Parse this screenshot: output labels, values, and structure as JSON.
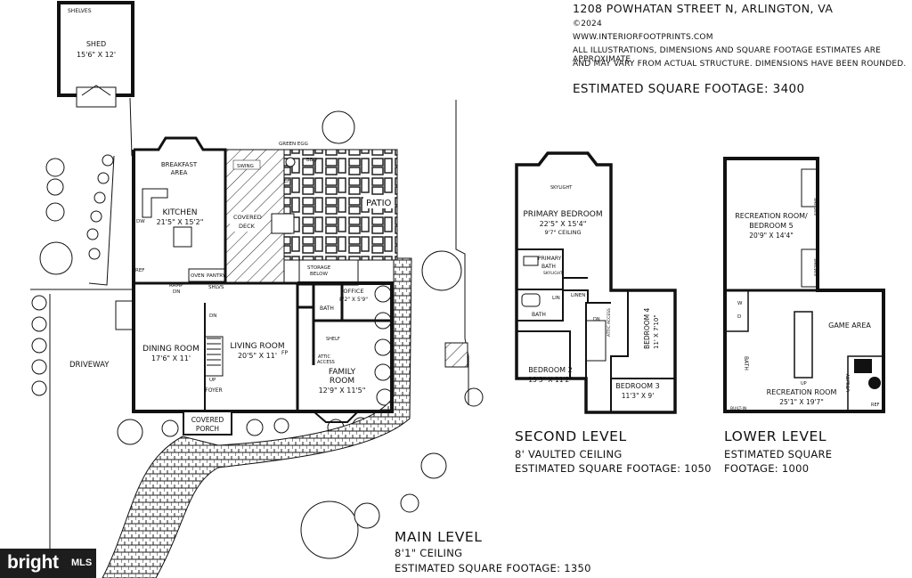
{
  "header": {
    "address": "1208 POWHATAN STREET N, ARLINGTON, VA",
    "copyright": "©2024",
    "website": "WWW.INTERIORFOOTPRINTS.COM",
    "disclaimer_1": "ALL ILLUSTRATIONS, DIMENSIONS AND SQUARE FOOTAGE ESTIMATES ARE APPROXIMATE",
    "disclaimer_2": "AND MAY VARY FROM ACTUAL STRUCTURE. DIMENSIONS HAVE BEEN ROUNDED.",
    "total_sqft": "ESTIMATED SQUARE FOOTAGE: 3400"
  },
  "main_level": {
    "title": "MAIN LEVEL",
    "ceiling": "8'1\" CEILING",
    "sqft": "ESTIMATED SQUARE FOOTAGE: 1350",
    "rooms": {
      "shed": "SHED",
      "shed_dim": "15'6\" X 12'",
      "shed_shelves": "SHELVES",
      "breakfast_1": "BREAKFAST",
      "breakfast_2": "AREA",
      "kitchen": "KITCHEN",
      "kitchen_dim": "21'5\" X 15'2\"",
      "swing": "SWING",
      "covered_deck_1": "COVERED",
      "covered_deck_2": "DECK",
      "green_egg": "GREEN EGG",
      "bbq": "BBQ",
      "ref_deck": "REF",
      "patio": "PATIO",
      "storage_1": "STORAGE",
      "storage_2": "BELOW",
      "oven": "OVEN",
      "pantry": "PANTRY",
      "ramp": "RAMP",
      "ramp_dn": "DN",
      "shlvs": "SHLVS",
      "dw": "DW",
      "ref_kitchen": "REF",
      "dining": "DINING ROOM",
      "dining_dim": "17'6\" X 11'",
      "living": "LIVING ROOM",
      "living_dim": "20'5\" X 11'",
      "bath": "BATH",
      "office": "OFFICE",
      "office_dim": "8'2\" X 5'9\"",
      "attic_1": "ATTIC",
      "attic_2": "ACCESS",
      "shelf": "SHELF",
      "family_1": "FAMILY",
      "family_2": "ROOM",
      "family_dim": "12'9\" X 11'5\"",
      "foyer": "FOYER",
      "up": "UP",
      "dn": "DN",
      "fp": "FP",
      "covered_porch_1": "COVERED",
      "covered_porch_2": "PORCH",
      "driveway": "DRIVEWAY"
    }
  },
  "second_level": {
    "title": "SECOND LEVEL",
    "ceiling": "8' VAULTED CEILING",
    "sqft": "ESTIMATED SQUARE FOOTAGE: 1050",
    "rooms": {
      "skylight": "SKYLIGHT",
      "primary": "PRIMARY BEDROOM",
      "primary_dim": "22'5\" X 15'4\"",
      "primary_ceiling": "9'7\" CEILING",
      "primary_bath_1": "PRIMARY",
      "primary_bath_2": "BATH",
      "bath_skylight": "SKYLIGHT",
      "lin": "LIN",
      "linen": "LINEN",
      "bath": "BATH",
      "dn": "DN",
      "attic": "ATTIC ACCESS",
      "bedroom4": "BEDROOM 4",
      "bedroom4_dim": "11' X 7'10\"",
      "bedroom2": "BEDROOM 2",
      "bedroom2_dim": "13'3\" X 11'2\"",
      "bedroom3": "BEDROOM 3",
      "bedroom3_dim": "11'3\" X 9'"
    }
  },
  "lower_level": {
    "title": "LOWER LEVEL",
    "sqft_1": "ESTIMATED SQUARE",
    "sqft_2": "FOOTAGE: 1000",
    "rooms": {
      "rec_bed_1": "RECREATION ROOM/",
      "rec_bed_2": "BEDROOM 5",
      "rec_bed_dim": "20'9\" X 14'4\"",
      "shelves_a": "SHELVES",
      "shelves_b": "SHELVES",
      "game": "GAME AREA",
      "bath": "BATH",
      "up": "UP",
      "rec": "RECREATION ROOM",
      "rec_dim": "25'1\" X 19'7\"",
      "utility": "UTILITY",
      "ref": "REF",
      "built_in": "BUILT-IN",
      "w": "W",
      "d": "D"
    }
  },
  "watermark": {
    "brand": "bright",
    "mls": "MLS"
  }
}
